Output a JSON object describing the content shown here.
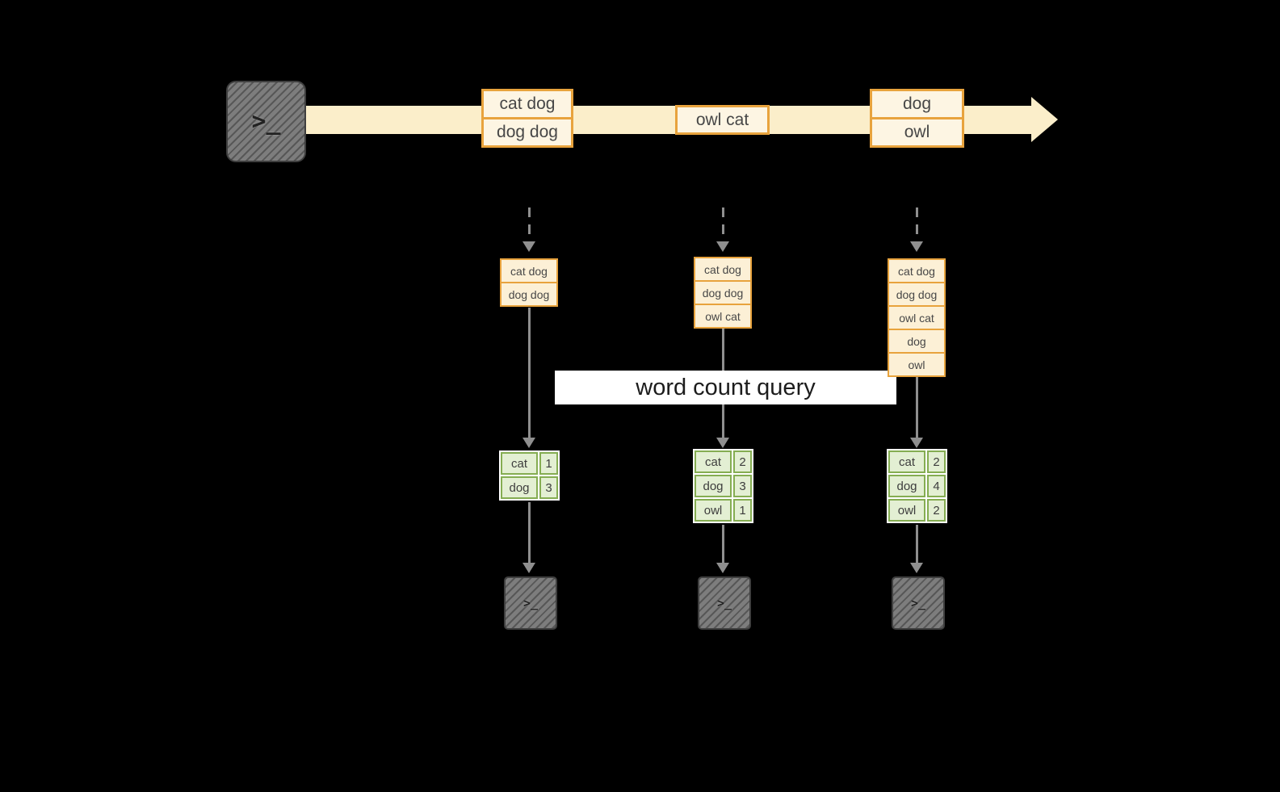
{
  "query": {
    "label": "word count query"
  },
  "stream": {
    "events": [
      {
        "lines": [
          "cat dog",
          "dog dog"
        ]
      },
      {
        "lines": [
          "owl cat"
        ]
      },
      {
        "lines": [
          "dog",
          "owl"
        ]
      }
    ]
  },
  "columns": [
    {
      "buffer": [
        "cat dog",
        "dog dog"
      ],
      "counts": [
        {
          "word": "cat",
          "count": "1"
        },
        {
          "word": "dog",
          "count": "3"
        }
      ]
    },
    {
      "buffer": [
        "cat dog",
        "dog dog",
        "owl cat"
      ],
      "counts": [
        {
          "word": "cat",
          "count": "2"
        },
        {
          "word": "dog",
          "count": "3"
        },
        {
          "word": "owl",
          "count": "1"
        }
      ]
    },
    {
      "buffer": [
        "cat dog",
        "dog dog",
        "owl cat",
        "dog",
        "owl"
      ],
      "counts": [
        {
          "word": "cat",
          "count": "2"
        },
        {
          "word": "dog",
          "count": "4"
        },
        {
          "word": "owl",
          "count": "2"
        }
      ]
    }
  ],
  "icons": {
    "terminal_prompt": ">_"
  },
  "colors": {
    "stream_band": "#fbeeca",
    "event_fill": "#fdf5e3",
    "event_border": "#e8a33d",
    "buffer_fill": "#fcf0d6",
    "table_border": "#85ad52",
    "table_fill": "#e3efd3",
    "arrow_gray": "#8f8f8f",
    "terminal_fill": "#7d7d7d",
    "banner_bg": "#ffffff"
  }
}
